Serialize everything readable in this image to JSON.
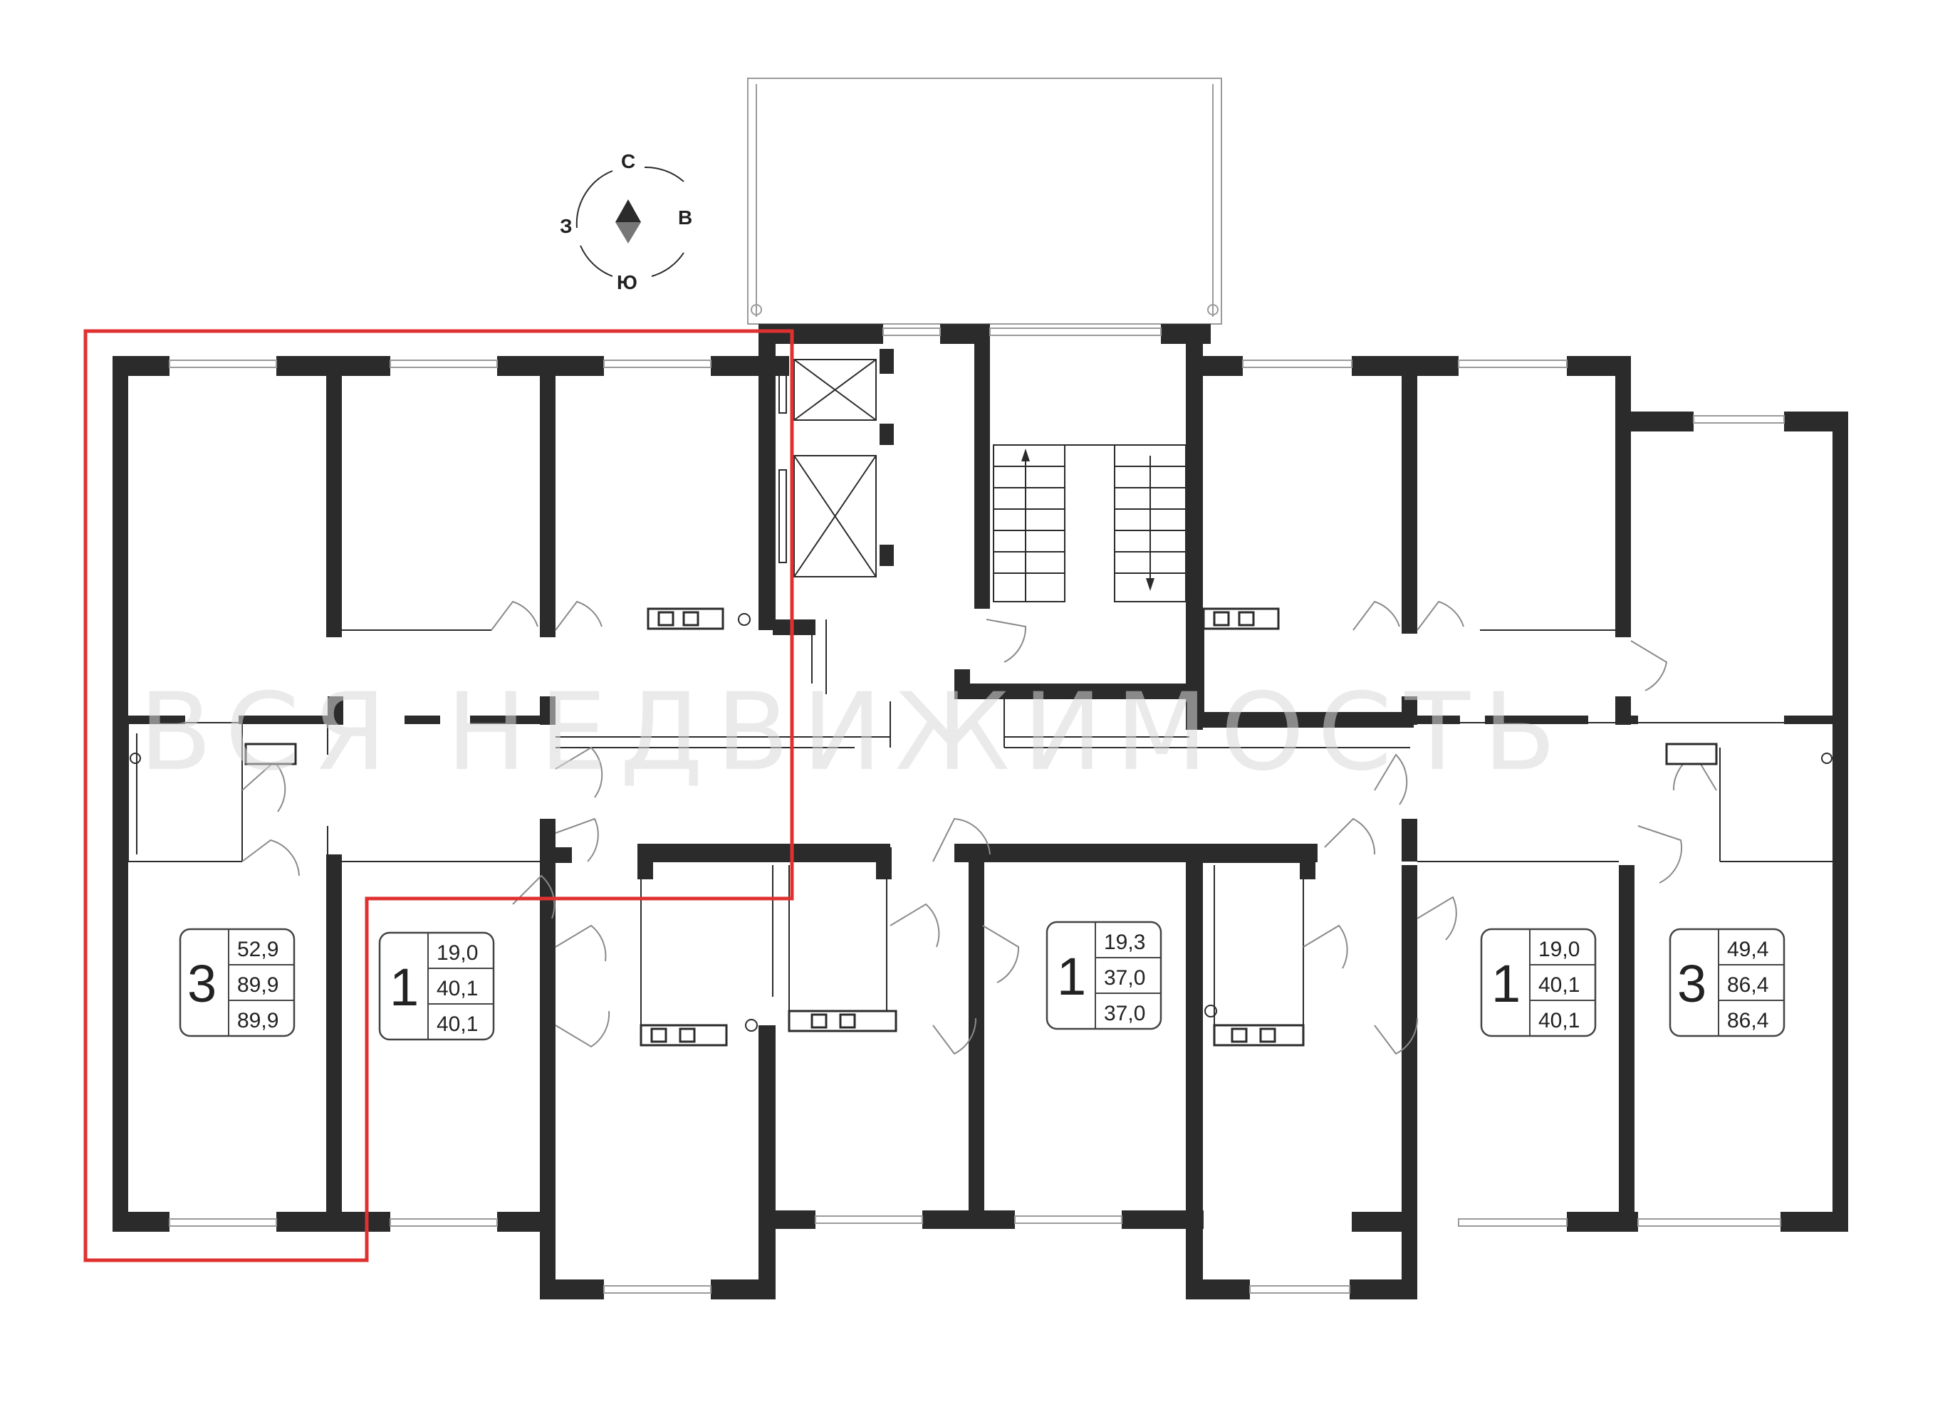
{
  "compass": {
    "north": "С",
    "south": "Ю",
    "west": "З",
    "east": "В"
  },
  "watermark": "ВСЯ НЕДВИЖИМОСТЬ",
  "apartments": [
    {
      "rooms": "3",
      "living": "52,9",
      "total": "89,9",
      "total_with_balcony": "89,9"
    },
    {
      "rooms": "1",
      "living": "19,0",
      "total": "40,1",
      "total_with_balcony": "40,1"
    },
    {
      "rooms": "1",
      "living": "19,3",
      "total": "37,0",
      "total_with_balcony": "37,0"
    },
    {
      "rooms": "1",
      "living": "19,0",
      "total": "40,1",
      "total_with_balcony": "40,1"
    },
    {
      "rooms": "3",
      "living": "49,4",
      "total": "86,4",
      "total_with_balcony": "86,4"
    }
  ],
  "colors": {
    "wall": "#2b2b2b",
    "highlight": "#e03131",
    "watermark": "#d9d9d9"
  }
}
